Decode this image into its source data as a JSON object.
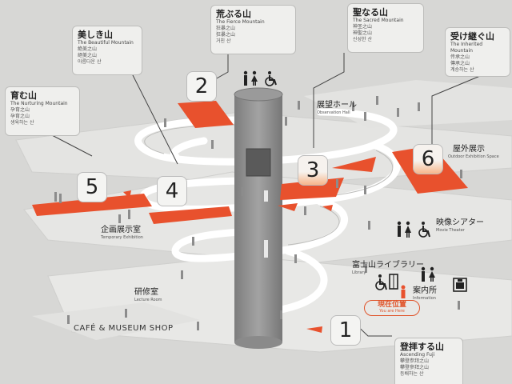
{
  "stops": {
    "s1": {
      "number": "1",
      "title": "登拝する山",
      "subtitle": "Ascending Fuji",
      "sub_lines": [
        "攀登参拜之山",
        "攀登參拜之山",
        "등배하는 산"
      ]
    },
    "s2": {
      "number": "2",
      "title": "荒ぶる山",
      "subtitle": "The Fierce Mountain",
      "sub_lines": [
        "狂暴之山",
        "狂暴之山",
        "거친 산"
      ]
    },
    "s3": {
      "number": "3",
      "title": "聖なる山",
      "subtitle": "The Sacred Mountain",
      "sub_lines": [
        "神圣之山",
        "神聖之山",
        "신성한 산"
      ]
    },
    "s4": {
      "number": "4",
      "title": "美しき山",
      "subtitle": "The Beautiful Mountain",
      "sub_lines": [
        "絶美之山",
        "絕美之山",
        "아름다운 산"
      ]
    },
    "s5": {
      "number": "5",
      "title": "育む山",
      "subtitle": "The Nurturing Mountain",
      "sub_lines": [
        "孕育之山",
        "孕育之山",
        "생육하는 산"
      ]
    },
    "s6": {
      "number": "6",
      "title": "受け継ぐ山",
      "subtitle": "The Inherited Mountain",
      "sub_lines": [
        "传承之山",
        "傳承之山",
        "계승하는 산"
      ]
    }
  },
  "places": {
    "observation": {
      "jp": "展望ホール",
      "en": "Observation Hall"
    },
    "outdoor": {
      "jp": "屋外展示",
      "en": "Outdoor Exhibition Space"
    },
    "theater": {
      "jp": "映像シアター",
      "en": "Movie Theater"
    },
    "library": {
      "jp": "富士山ライブラリー",
      "en": "Library"
    },
    "information": {
      "jp": "案内所",
      "en": "Information"
    },
    "temporary": {
      "jp": "企画展示室",
      "en": "Temporary Exhibition"
    },
    "lecture": {
      "jp": "研修室",
      "en": "Lecture Room"
    },
    "cafe": "CAFÉ & MUSEUM SHOP"
  },
  "you_are_here": {
    "jp": "現在位置",
    "en": "You are Here"
  },
  "colors": {
    "accent": "#e8512d",
    "floor": "#e9e9e7",
    "ramp": "#ffffff",
    "tower": "#8d8d8d",
    "background": "#d7d7d5"
  },
  "icons": [
    "restroom-icon",
    "wheelchair-icon",
    "elevator-icon",
    "coin-locker-icon",
    "person-marker-icon"
  ]
}
